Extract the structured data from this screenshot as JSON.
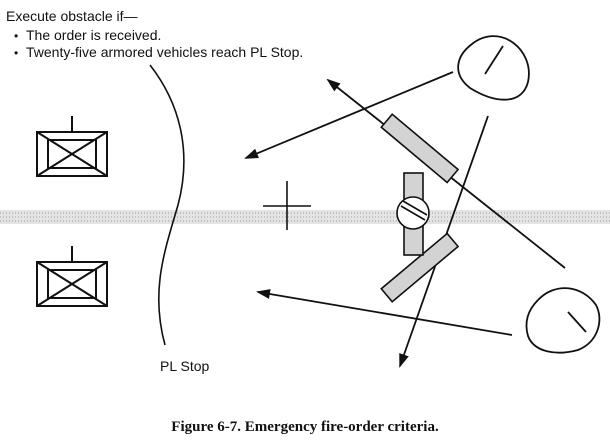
{
  "instruction": {
    "heading": "Execute obstacle if—",
    "bullet_symbol": "•",
    "conditions": [
      "The order is received.",
      "Twenty-five armored vehicles reach PL Stop."
    ]
  },
  "phase_line_label": "PL Stop",
  "caption": "Figure 6-7. Emergency fire-order criteria.",
  "icons": {
    "enemy_units": [
      "armored-unit-icon",
      "armored-unit-icon"
    ],
    "friendly_positions": [
      "fighting-position-icon",
      "fighting-position-icon"
    ],
    "obstacle_site": "demolition-obstacle-icon",
    "target_reference": "target-reference-cross-icon"
  },
  "colors": {
    "ink": "#111111",
    "obstacle_fill": "#d3d3d3",
    "road_band": "#c8c8c8"
  }
}
